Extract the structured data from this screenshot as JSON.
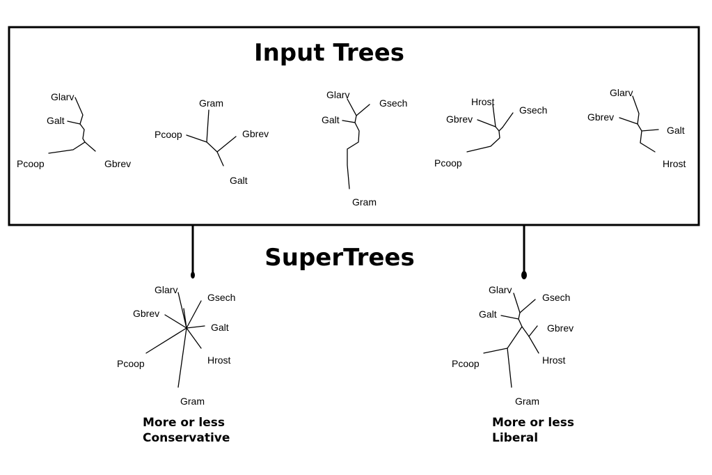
{
  "input_title": "Input Trees",
  "supertrees_title": "SuperTrees",
  "input_trees": [
    {
      "leaves": [
        "Glarv",
        "Galt",
        "Pcoop",
        "Gbrev"
      ]
    },
    {
      "leaves": [
        "Gram",
        "Pcoop",
        "Gbrev",
        "Galt"
      ]
    },
    {
      "leaves": [
        "Glarv",
        "Gsech",
        "Galt",
        "Gram"
      ]
    },
    {
      "leaves": [
        "Hrost",
        "Gsech",
        "Gbrev",
        "Pcoop"
      ]
    },
    {
      "leaves": [
        "Glarv",
        "Gbrev",
        "Galt",
        "Hrost"
      ]
    }
  ],
  "supertrees": [
    {
      "leaves": [
        "Glarv",
        "Gsech",
        "Gbrev",
        "Galt",
        "Pcoop",
        "Hrost",
        "Gram"
      ],
      "caption_line1": "More or less",
      "caption_line2": "Conservative"
    },
    {
      "leaves": [
        "Glarv",
        "Gsech",
        "Galt",
        "Gbrev",
        "Pcoop",
        "Hrost",
        "Gram"
      ],
      "caption_line1": "More or less",
      "caption_line2": "Liberal"
    }
  ]
}
